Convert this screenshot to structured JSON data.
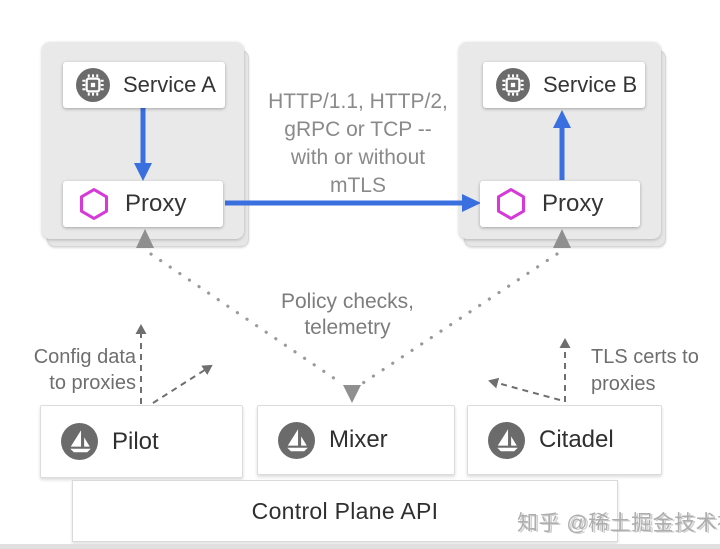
{
  "colors": {
    "blue": "#3a6fe0",
    "magenta": "#d63ad6",
    "icon_gray": "#6b6b6b",
    "panel_gray": "#e9e9e9",
    "text_dark": "#353535",
    "text_gray": "#8a8a8a",
    "label_gray": "#6e6e6e",
    "dot_gray": "#9a9a9a",
    "arrow_gray": "#8f8f8f"
  },
  "service_a": {
    "label": "Service A"
  },
  "service_b": {
    "label": "Service B"
  },
  "proxy_a": {
    "label": "Proxy"
  },
  "proxy_b": {
    "label": "Proxy"
  },
  "traffic_label": {
    "line1": "HTTP/1.1, HTTP/2,",
    "line2": "gRPC or TCP --",
    "line3": "with or without",
    "line4": "mTLS"
  },
  "policy_label": {
    "line1": "Policy checks,",
    "line2": "telemetry"
  },
  "config_label": {
    "line1": "Config data",
    "line2": "to proxies"
  },
  "tls_label": {
    "line1": "TLS certs to",
    "line2": "proxies"
  },
  "control_plane": {
    "pilot": "Pilot",
    "mixer": "Mixer",
    "citadel": "Citadel",
    "api_label": "Control Plane API"
  },
  "watermark": "知乎 @稀土掘金技术社区"
}
